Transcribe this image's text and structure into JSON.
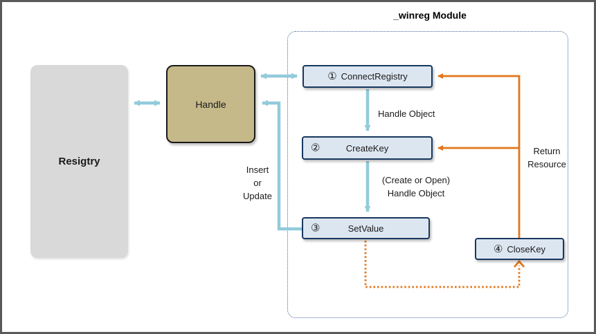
{
  "title": "_winreg Module",
  "nodes": {
    "registry": {
      "label": "Resigtry"
    },
    "handle": {
      "label": "Handle"
    },
    "connect_registry": {
      "num": "①",
      "label": "ConnectRegistry"
    },
    "create_key": {
      "num": "②",
      "label": "CreateKey"
    },
    "set_value": {
      "num": "③",
      "label": "SetValue"
    },
    "close_key": {
      "num": "④",
      "label": "CloseKey"
    }
  },
  "annotations": {
    "handle_object": "Handle Object",
    "create_or_open_line1": "(Create or Open)",
    "create_or_open_line2": "Handle Object",
    "insert_line1": "Insert",
    "insert_line2": "or",
    "insert_line3": "Update",
    "return_line1": "Return",
    "return_line2": "Resource"
  },
  "colors": {
    "arrow_blue": "#92cbdb",
    "arrow_orange": "#e3761b",
    "box_fill": "#dce6f1",
    "box_border": "#17375e",
    "handle_fill": "#c5b98a",
    "registry_fill": "#d9d9d9",
    "container_border": "#44689d",
    "frame_border": "#58595b"
  }
}
